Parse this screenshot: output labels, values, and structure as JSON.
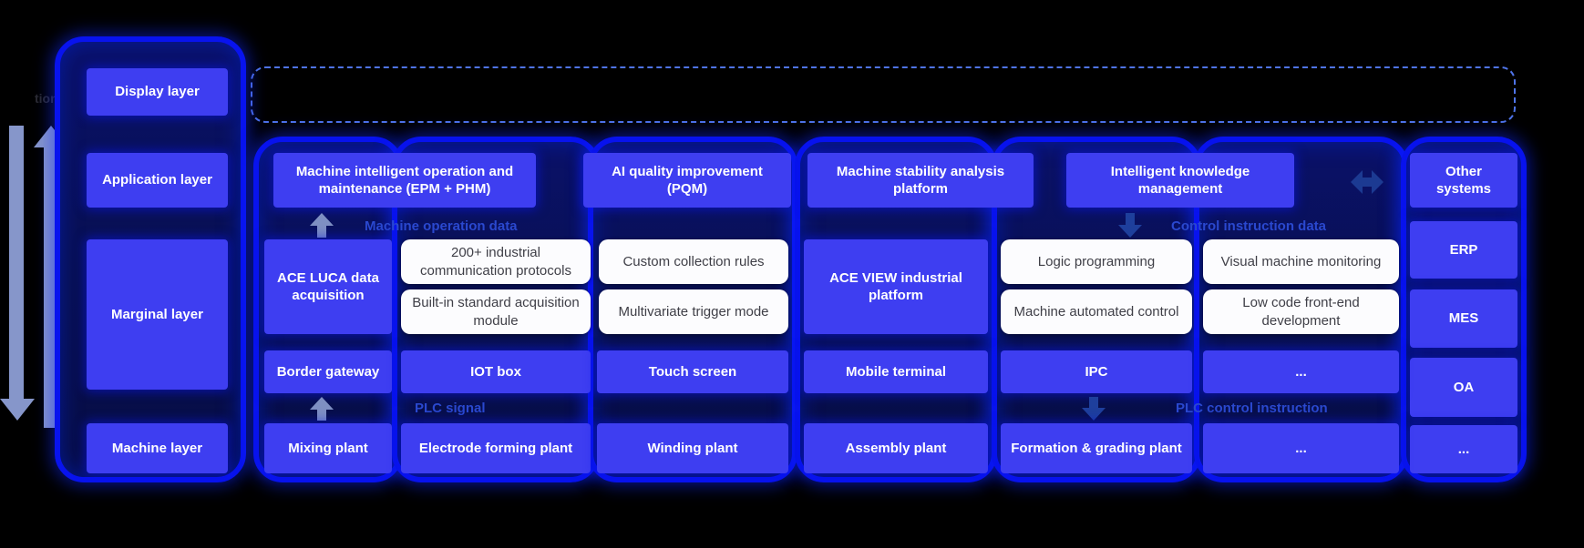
{
  "colors": {
    "background": "#000000",
    "capsule_border": "#0813ee",
    "capsule_fill": "#0a1168",
    "box_blue": "#3e3ef1",
    "box_white": "#fcfcfe",
    "box_text_dark": "#3f3f47",
    "flow_label_blue": "#2a48cf",
    "dashed_frame": "#4f74e8",
    "rail_arrow": "#8696ca",
    "up_arrow": "#7e8fc2",
    "down_arrow": "#1e3f9c",
    "double_arrow": "#1c3a92"
  },
  "left_rail": {
    "clipped_text": "tion"
  },
  "layer_labels": [
    "Display layer",
    "Application layer",
    "Marginal layer",
    "Machine layer"
  ],
  "application_layer": {
    "apps": [
      "Machine intelligent operation and maintenance (EPM + PHM)",
      "AI quality improvement (PQM)",
      "Machine stability analysis platform",
      "Intelligent knowledge management"
    ]
  },
  "flow_labels": {
    "machine_operation_data": "Machine operation data",
    "control_instruction_data": "Control instruction data",
    "plc_signal": "PLC signal",
    "plc_control_instruction": "PLC control instruction"
  },
  "marginal_layer": {
    "ace_luca": "ACE LUCA data acquisition",
    "ace_view": "ACE VIEW industrial platform",
    "features": [
      "200+ industrial communication protocols",
      "Built-in standard acquisition module",
      "Custom collection rules",
      "Multivariate trigger mode",
      "Logic programming",
      "Machine automated control",
      "Visual machine monitoring",
      "Low code front-end development"
    ],
    "devices": [
      "Border gateway",
      "IOT box",
      "Touch screen",
      "Mobile terminal",
      "IPC",
      "..."
    ]
  },
  "machine_layer": {
    "plants": [
      "Mixing plant",
      "Electrode forming plant",
      "Winding plant",
      "Assembly plant",
      "Formation & grading plant",
      "..."
    ]
  },
  "other_systems": {
    "title": "Other systems",
    "systems": [
      "ERP",
      "MES",
      "OA",
      "..."
    ]
  }
}
